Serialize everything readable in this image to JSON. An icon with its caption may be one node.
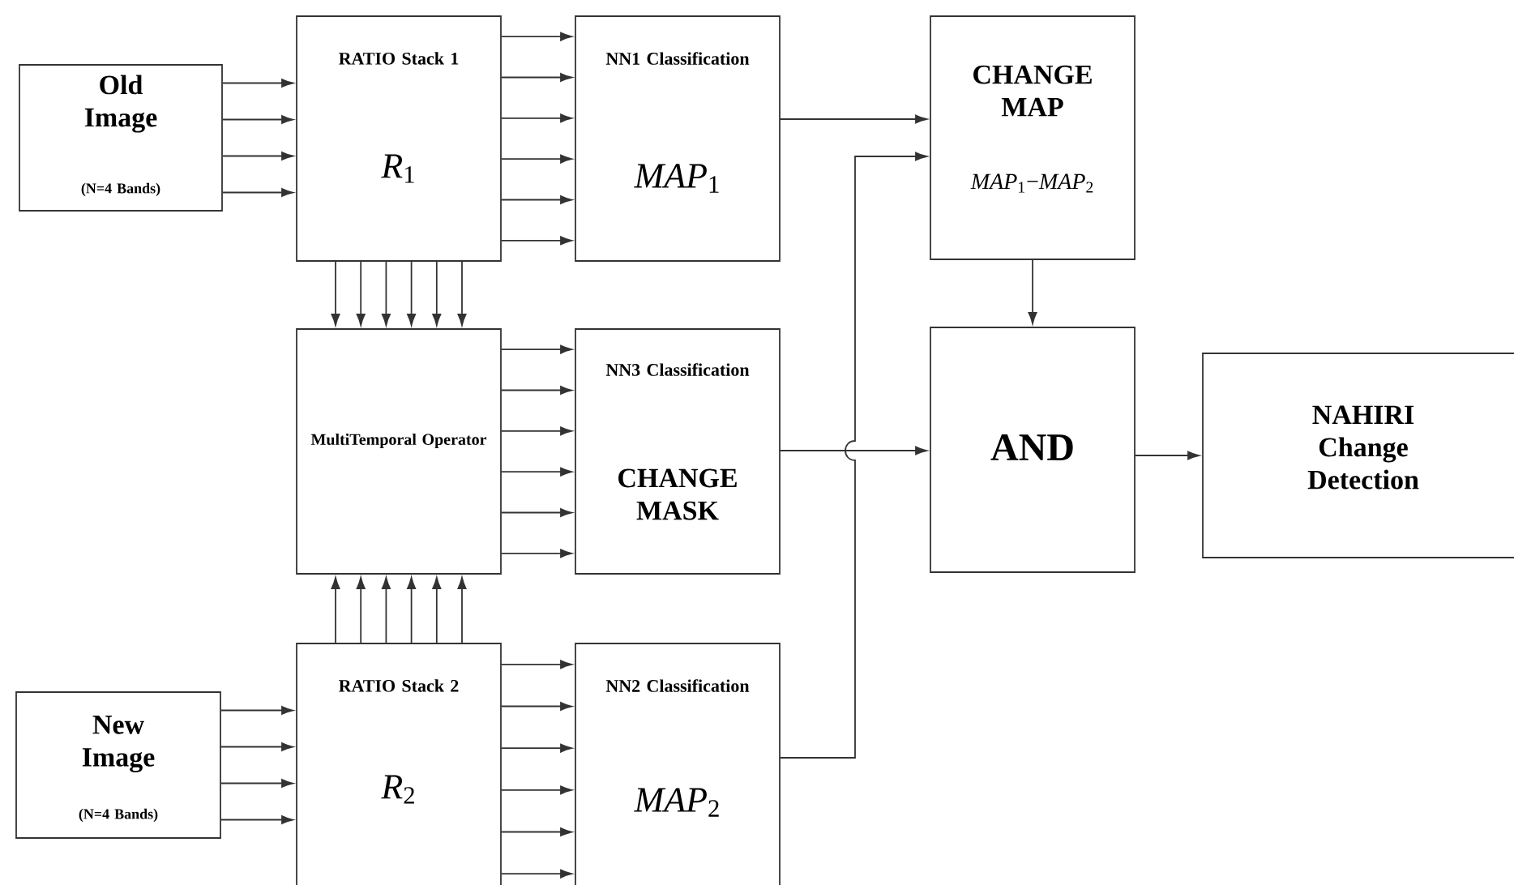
{
  "diagram": {
    "nodes": [
      {
        "text": [
          "Old Image",
          "(N=4 Bands)"
        ]
      },
      {
        "text": [
          "RATIO Stack 1",
          "*R*$_{1}$"
        ]
      },
      {
        "text": [
          "NN1 Classification",
          "*MAP*$_{1}$"
        ]
      },
      {
        "text": [
          "CHANGE MAP",
          "*MAP*$_{1}$−*MAP*$_{2}$"
        ]
      },
      {
        "text": [
          "MultiTemporal Operator"
        ]
      },
      {
        "text": [
          "NN3 Classification",
          "CHANGE MASK"
        ]
      },
      {
        "text": [
          "AND"
        ]
      },
      {
        "text": [
          "NAHIRI Change Detection"
        ]
      },
      {
        "text": [
          "New Image",
          "(N=4 Bands)"
        ]
      },
      {
        "text": [
          "RATIO Stack 2",
          "*R*$_{2}$"
        ]
      },
      {
        "text": [
          "NN2 Classification",
          "*MAP*$_{2}$"
        ]
      }
    ],
    "edges": [
      {
        "from": 0,
        "to": 1,
        "arrow": "to"
      },
      {
        "from": 0,
        "to": 1,
        "arrow": "to"
      },
      {
        "from": 0,
        "to": 1,
        "arrow": "to"
      },
      {
        "from": 0,
        "to": 1,
        "arrow": "to"
      },
      {
        "from": 1,
        "to": 2,
        "arrow": "to"
      },
      {
        "from": 1,
        "to": 2,
        "arrow": "to"
      },
      {
        "from": 1,
        "to": 2,
        "arrow": "to"
      },
      {
        "from": 1,
        "to": 2,
        "arrow": "to"
      },
      {
        "from": 1,
        "to": 2,
        "arrow": "to"
      },
      {
        "from": 1,
        "to": 2,
        "arrow": "to"
      },
      {
        "from": 1,
        "to": 4,
        "arrow": "to"
      },
      {
        "from": 1,
        "to": 4,
        "arrow": "to"
      },
      {
        "from": 1,
        "to": 4,
        "arrow": "to"
      },
      {
        "from": 1,
        "to": 4,
        "arrow": "to"
      },
      {
        "from": 1,
        "to": 4,
        "arrow": "to"
      },
      {
        "from": 1,
        "to": 4,
        "arrow": "to"
      },
      {
        "from": 2,
        "to": 3,
        "arrow": "to"
      },
      {
        "from": 4,
        "to": 5,
        "arrow": "to"
      },
      {
        "from": 4,
        "to": 5,
        "arrow": "to"
      },
      {
        "from": 4,
        "to": 5,
        "arrow": "to"
      },
      {
        "from": 4,
        "to": 5,
        "arrow": "to"
      },
      {
        "from": 4,
        "to": 5,
        "arrow": "to"
      },
      {
        "from": 4,
        "to": 5,
        "arrow": "to"
      },
      {
        "from": 5,
        "to": 6,
        "arrow": "to"
      },
      {
        "from": 3,
        "to": 6,
        "arrow": "to"
      },
      {
        "from": 6,
        "to": 7,
        "arrow": "to"
      },
      {
        "from": 8,
        "to": 9,
        "arrow": "to"
      },
      {
        "from": 8,
        "to": 9,
        "arrow": "to"
      },
      {
        "from": 8,
        "to": 9,
        "arrow": "to"
      },
      {
        "from": 8,
        "to": 9,
        "arrow": "to"
      },
      {
        "from": 9,
        "to": 4,
        "arrow": "to"
      },
      {
        "from": 9,
        "to": 4,
        "arrow": "to"
      },
      {
        "from": 9,
        "to": 4,
        "arrow": "to"
      },
      {
        "from": 9,
        "to": 4,
        "arrow": "to"
      },
      {
        "from": 9,
        "to": 4,
        "arrow": "to"
      },
      {
        "from": 9,
        "to": 4,
        "arrow": "to"
      },
      {
        "from": 9,
        "to": 10,
        "arrow": "to"
      },
      {
        "from": 9,
        "to": 10,
        "arrow": "to"
      },
      {
        "from": 9,
        "to": 10,
        "arrow": "to"
      },
      {
        "from": 9,
        "to": 10,
        "arrow": "to"
      },
      {
        "from": 9,
        "to": 10,
        "arrow": "to"
      },
      {
        "from": 9,
        "to": 10,
        "arrow": "to"
      },
      {
        "from": 10,
        "to": 3,
        "arrow": "to"
      }
    ]
  }
}
